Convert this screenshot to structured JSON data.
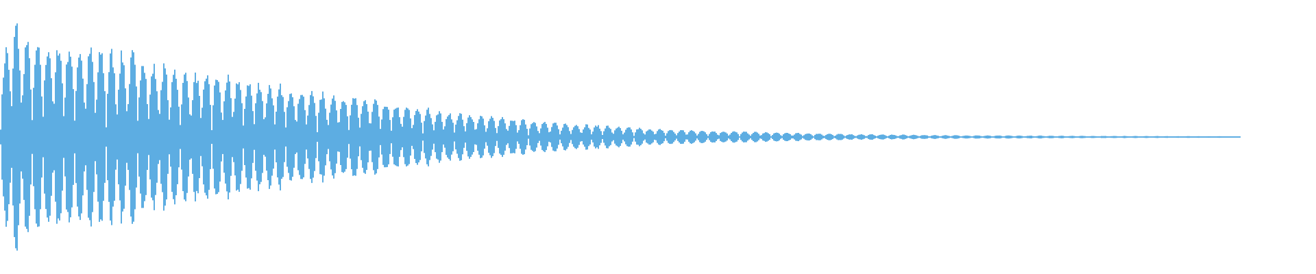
{
  "chart_data": {
    "type": "area",
    "title": "",
    "xlabel": "",
    "ylabel": "",
    "grid": false,
    "ylim": [
      -1,
      1
    ],
    "color": "#5dade2",
    "description_of_values": "",
    "envelope": [
      0.5,
      0.82,
      0.66,
      0.64,
      0.66,
      0.64,
      0.62,
      0.62,
      0.6,
      0.58,
      0.6,
      0.5,
      0.5,
      0.46,
      0.44,
      0.45,
      0.42,
      0.42,
      0.4,
      0.38,
      0.36,
      0.35,
      0.33,
      0.31,
      0.3,
      0.29,
      0.28,
      0.26,
      0.24,
      0.22,
      0.21,
      0.2,
      0.18,
      0.17,
      0.16,
      0.15,
      0.14,
      0.13,
      0.12,
      0.11,
      0.1,
      0.095,
      0.09,
      0.085,
      0.08,
      0.07,
      0.065,
      0.06,
      0.055,
      0.05,
      0.05,
      0.045,
      0.042,
      0.04,
      0.038,
      0.035,
      0.032,
      0.03,
      0.028,
      0.026,
      0.024,
      0.022,
      0.02,
      0.019,
      0.018,
      0.017,
      0.016,
      0.015,
      0.014,
      0.013,
      0.012,
      0.012,
      0.011,
      0.011,
      0.01,
      0.01,
      0.01,
      0.009,
      0.009,
      0.008,
      0.008,
      0.008,
      0.007,
      0.007,
      0.007,
      0.006,
      0.006,
      0.006,
      0.006,
      0.005,
      0.005
    ]
  }
}
